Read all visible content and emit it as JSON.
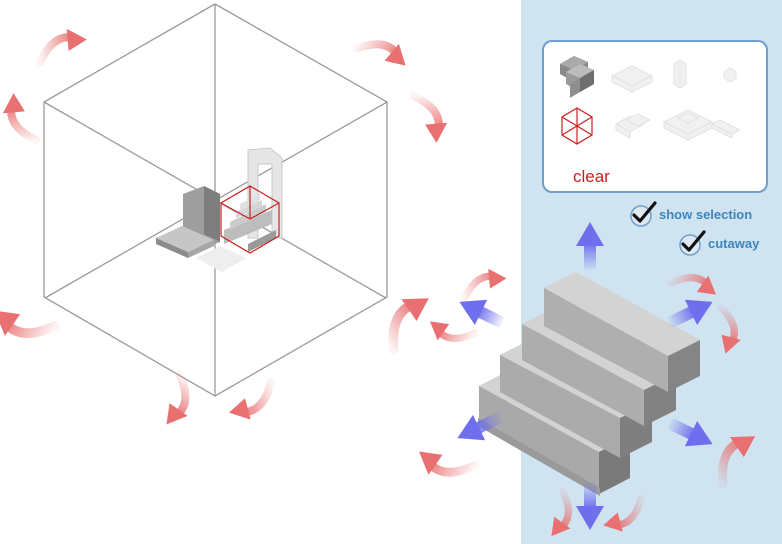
{
  "palette": {
    "clear_label": "clear",
    "pieces": [
      "stairs-piece",
      "slab-piece",
      "post-piece",
      "small-cube-piece",
      "selection-cube-piece",
      "ledge-piece",
      "plinth-piece",
      "bar-piece"
    ]
  },
  "options": {
    "show_selection": {
      "label": "show selection",
      "checked": true
    },
    "cutaway": {
      "label": "cutaway",
      "checked": true
    }
  },
  "colors": {
    "panel_bg": "#cfe3f0",
    "panel_border": "#6f9fcb",
    "rotate_arrow": "#e87070",
    "move_arrow": "#6f6fee",
    "selection": "#cc1f1f",
    "option_text": "#3f85bd"
  }
}
